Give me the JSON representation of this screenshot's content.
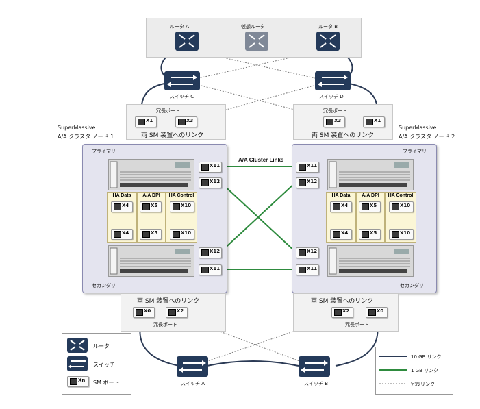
{
  "routers": {
    "a": "ルータ A",
    "virtual": "仮想ルータ",
    "b": "ルータ B"
  },
  "switches": {
    "c": "スイッチ C",
    "d": "スイッチ D",
    "a": "スイッチ A",
    "b": "スイッチ B"
  },
  "redundant_port": "冗長ポート",
  "link_to_both": "両 SM 装置へのリンク",
  "node1": {
    "line1": "SuperMassive",
    "line2": "A/A クラスタ ノード 1"
  },
  "node2": {
    "line1": "SuperMassive",
    "line2": "A/A クラスタ ノード 2"
  },
  "primary": "プライマリ",
  "secondary": "セカンダリ",
  "cluster_links": "A/A Cluster Links",
  "ha": {
    "data": "HA Data",
    "dpi": "A/A DPI",
    "control": "HA Control"
  },
  "ports": {
    "x0": "X0",
    "x1": "X1",
    "x2": "X2",
    "x3": "X3",
    "x4": "X4",
    "x5": "X5",
    "x10": "X10",
    "x11": "X11",
    "x12": "X12"
  },
  "legend": {
    "router": "ルータ",
    "switch": "スイッチ",
    "sm_port_key": "Xn",
    "sm_port": "SM ポート",
    "link_10gb": "10 GB リンク",
    "link_1gb": "1 GB リンク",
    "redundant_link": "冗長リンク"
  },
  "colors": {
    "link_10gb": "#2b3a55",
    "link_1gb": "#2e8b3e",
    "redundant": "#777777",
    "device": "#243a5a"
  }
}
